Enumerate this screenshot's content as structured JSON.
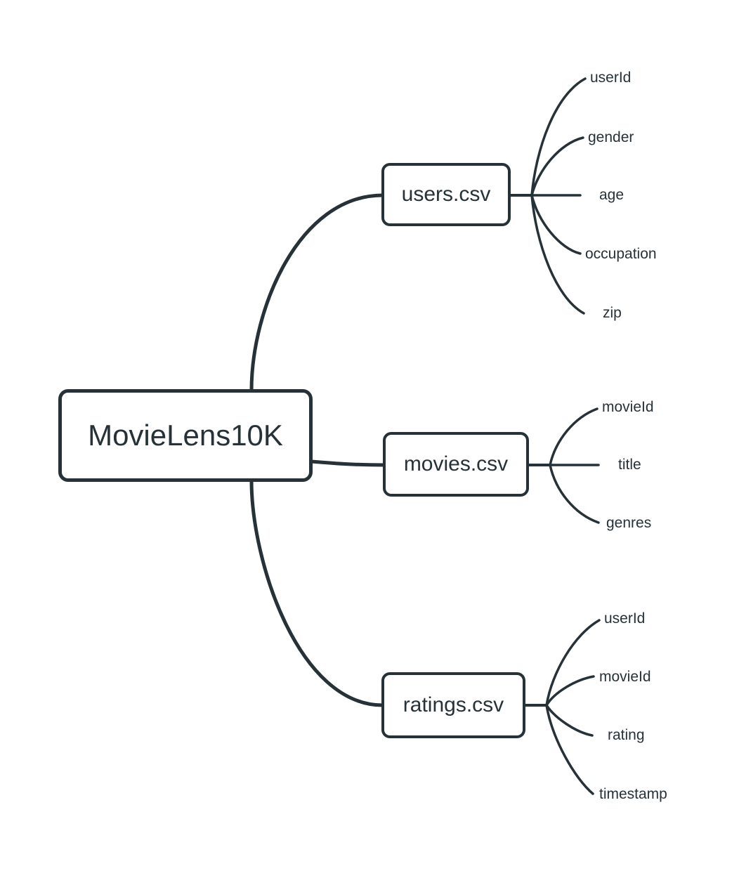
{
  "mindmap": {
    "root": {
      "label": "MovieLens10K"
    },
    "branches": [
      {
        "label": "users.csv",
        "children": [
          "userId",
          "gender",
          "age",
          "occupation",
          "zip"
        ]
      },
      {
        "label": "movies.csv",
        "children": [
          "movieId",
          "title",
          "genres"
        ]
      },
      {
        "label": "ratings.csv",
        "children": [
          "userId",
          "movieId",
          "rating",
          "timestamp"
        ]
      }
    ]
  },
  "colors": {
    "ink": "#263238",
    "node_fill": "#ffffff",
    "background": "#ffffff"
  }
}
